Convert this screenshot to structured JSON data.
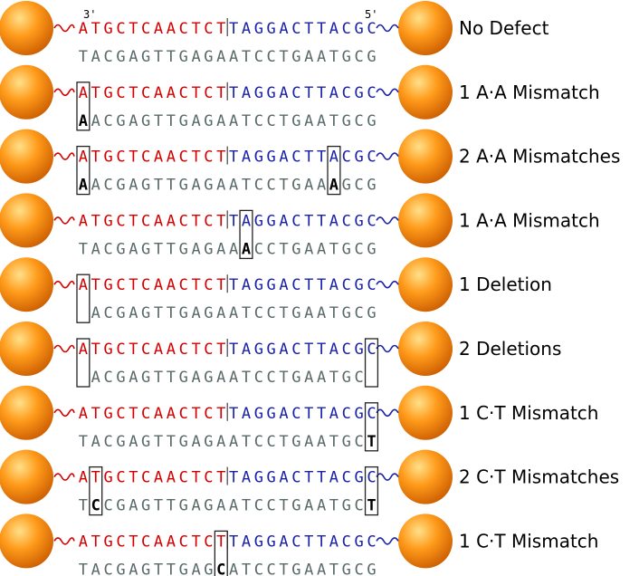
{
  "colors": {
    "strand_top_left": "#d40000",
    "strand_top_right": "#1a22a8",
    "strand_bottom": "#5a6a6a",
    "linker_left": "#d40000",
    "linker_right": "#1a22a8",
    "highlight_base": "#000000",
    "box_stroke": "#222222",
    "bead_light": "#ffe08a",
    "bead_mid": "#ff9a1a",
    "bead_dark": "#c85a00"
  },
  "ends": {
    "left": "3'",
    "right": "5'"
  },
  "rows": [
    {
      "label": "No Defect",
      "top_left": "ATGCTCAACTCT",
      "top_right": "TAGGACTTACGC",
      "bottom": [
        {
          "text": "T"
        },
        {
          "text": "A"
        },
        {
          "text": "C"
        },
        {
          "text": "G"
        },
        {
          "text": "A"
        },
        {
          "text": "G"
        },
        {
          "text": "T"
        },
        {
          "text": "T"
        },
        {
          "text": "G"
        },
        {
          "text": "A"
        },
        {
          "text": "G"
        },
        {
          "text": "A"
        },
        {
          "text": "A"
        },
        {
          "text": "T"
        },
        {
          "text": "C"
        },
        {
          "text": "C"
        },
        {
          "text": "T"
        },
        {
          "text": "G"
        },
        {
          "text": "A"
        },
        {
          "text": "A"
        },
        {
          "text": "T"
        },
        {
          "text": "G"
        },
        {
          "text": "C"
        },
        {
          "text": "G"
        }
      ],
      "boxes": []
    },
    {
      "label": "1 A·A Mismatch",
      "top_left": "ATGCTCAACTCT",
      "top_right": "TAGGACTTACGC",
      "bottom": [
        {
          "text": "A",
          "bold": true
        },
        {
          "text": "A"
        },
        {
          "text": "C"
        },
        {
          "text": "G"
        },
        {
          "text": "A"
        },
        {
          "text": "G"
        },
        {
          "text": "T"
        },
        {
          "text": "T"
        },
        {
          "text": "G"
        },
        {
          "text": "A"
        },
        {
          "text": "G"
        },
        {
          "text": "A"
        },
        {
          "text": "A"
        },
        {
          "text": "T"
        },
        {
          "text": "C"
        },
        {
          "text": "C"
        },
        {
          "text": "T"
        },
        {
          "text": "G"
        },
        {
          "text": "A"
        },
        {
          "text": "A"
        },
        {
          "text": "T"
        },
        {
          "text": "G"
        },
        {
          "text": "C"
        },
        {
          "text": "G"
        }
      ],
      "boxes": [
        0
      ]
    },
    {
      "label": "2 A·A Mismatches",
      "top_left": "ATGCTCAACTCT",
      "top_right": "TAGGACTTACGC",
      "bottom": [
        {
          "text": "A",
          "bold": true
        },
        {
          "text": "A"
        },
        {
          "text": "C"
        },
        {
          "text": "G"
        },
        {
          "text": "A"
        },
        {
          "text": "G"
        },
        {
          "text": "T"
        },
        {
          "text": "T"
        },
        {
          "text": "G"
        },
        {
          "text": "A"
        },
        {
          "text": "G"
        },
        {
          "text": "A"
        },
        {
          "text": "A"
        },
        {
          "text": "T"
        },
        {
          "text": "C"
        },
        {
          "text": "C"
        },
        {
          "text": "T"
        },
        {
          "text": "G"
        },
        {
          "text": "A"
        },
        {
          "text": "A"
        },
        {
          "text": "A",
          "bold": true
        },
        {
          "text": "G"
        },
        {
          "text": "C"
        },
        {
          "text": "G"
        }
      ],
      "boxes": [
        0,
        20
      ]
    },
    {
      "label": "1 A·A Mismatch",
      "top_left": "ATGCTCAACTCT",
      "top_right": "TAGGACTTACGC",
      "bottom": [
        {
          "text": "T"
        },
        {
          "text": "A"
        },
        {
          "text": "C"
        },
        {
          "text": "G"
        },
        {
          "text": "A"
        },
        {
          "text": "G"
        },
        {
          "text": "T"
        },
        {
          "text": "T"
        },
        {
          "text": "G"
        },
        {
          "text": "A"
        },
        {
          "text": "G"
        },
        {
          "text": "A"
        },
        {
          "text": "A"
        },
        {
          "text": "A",
          "bold": true
        },
        {
          "text": "C"
        },
        {
          "text": "C"
        },
        {
          "text": "T"
        },
        {
          "text": "G"
        },
        {
          "text": "A"
        },
        {
          "text": "A"
        },
        {
          "text": "T"
        },
        {
          "text": "G"
        },
        {
          "text": "C"
        },
        {
          "text": "G"
        }
      ],
      "boxes": [
        13
      ]
    },
    {
      "label": "1 Deletion",
      "top_left": "ATGCTCAACTCT",
      "top_right": "TAGGACTTACGC",
      "bottom": [
        {
          "text": ""
        },
        {
          "text": "A"
        },
        {
          "text": "C"
        },
        {
          "text": "G"
        },
        {
          "text": "A"
        },
        {
          "text": "G"
        },
        {
          "text": "T"
        },
        {
          "text": "T"
        },
        {
          "text": "G"
        },
        {
          "text": "A"
        },
        {
          "text": "G"
        },
        {
          "text": "A"
        },
        {
          "text": "A"
        },
        {
          "text": "T"
        },
        {
          "text": "C"
        },
        {
          "text": "C"
        },
        {
          "text": "T"
        },
        {
          "text": "G"
        },
        {
          "text": "A"
        },
        {
          "text": "A"
        },
        {
          "text": "T"
        },
        {
          "text": "G"
        },
        {
          "text": "C"
        },
        {
          "text": "G"
        }
      ],
      "boxes": [
        0
      ]
    },
    {
      "label": "2 Deletions",
      "top_left": "ATGCTCAACTCT",
      "top_right": "TAGGACTTACGC",
      "bottom": [
        {
          "text": ""
        },
        {
          "text": "A"
        },
        {
          "text": "C"
        },
        {
          "text": "G"
        },
        {
          "text": "A"
        },
        {
          "text": "G"
        },
        {
          "text": "T"
        },
        {
          "text": "T"
        },
        {
          "text": "G"
        },
        {
          "text": "A"
        },
        {
          "text": "G"
        },
        {
          "text": "A"
        },
        {
          "text": "A"
        },
        {
          "text": "T"
        },
        {
          "text": "C"
        },
        {
          "text": "C"
        },
        {
          "text": "T"
        },
        {
          "text": "G"
        },
        {
          "text": "A"
        },
        {
          "text": "A"
        },
        {
          "text": "T"
        },
        {
          "text": "G"
        },
        {
          "text": "C"
        },
        {
          "text": ""
        }
      ],
      "boxes": [
        0,
        23
      ]
    },
    {
      "label": "1 C·T Mismatch",
      "top_left": "ATGCTCAACTCT",
      "top_right": "TAGGACTTACGC",
      "bottom": [
        {
          "text": "T"
        },
        {
          "text": "A"
        },
        {
          "text": "C"
        },
        {
          "text": "G"
        },
        {
          "text": "A"
        },
        {
          "text": "G"
        },
        {
          "text": "T"
        },
        {
          "text": "T"
        },
        {
          "text": "G"
        },
        {
          "text": "A"
        },
        {
          "text": "G"
        },
        {
          "text": "A"
        },
        {
          "text": "A"
        },
        {
          "text": "T"
        },
        {
          "text": "C"
        },
        {
          "text": "C"
        },
        {
          "text": "T"
        },
        {
          "text": "G"
        },
        {
          "text": "A"
        },
        {
          "text": "A"
        },
        {
          "text": "T"
        },
        {
          "text": "G"
        },
        {
          "text": "C"
        },
        {
          "text": "T",
          "bold": true
        }
      ],
      "boxes": [
        23
      ]
    },
    {
      "label": "2 C·T  Mismatches",
      "top_left": "ATGCTCAACTCT",
      "top_right": "TAGGACTTACGC",
      "bottom": [
        {
          "text": "T"
        },
        {
          "text": "C",
          "bold": true
        },
        {
          "text": "C"
        },
        {
          "text": "G"
        },
        {
          "text": "A"
        },
        {
          "text": "G"
        },
        {
          "text": "T"
        },
        {
          "text": "T"
        },
        {
          "text": "G"
        },
        {
          "text": "A"
        },
        {
          "text": "G"
        },
        {
          "text": "A"
        },
        {
          "text": "A"
        },
        {
          "text": "T"
        },
        {
          "text": "C"
        },
        {
          "text": "C"
        },
        {
          "text": "T"
        },
        {
          "text": "G"
        },
        {
          "text": "A"
        },
        {
          "text": "A"
        },
        {
          "text": "T"
        },
        {
          "text": "G"
        },
        {
          "text": "C"
        },
        {
          "text": "T",
          "bold": true
        }
      ],
      "boxes": [
        1,
        23
      ]
    },
    {
      "label": "1 C·T Mismatch",
      "top_left": "ATGCTCAACTCT",
      "top_right": "TAGGACTTACGC",
      "bottom": [
        {
          "text": "T"
        },
        {
          "text": "A"
        },
        {
          "text": "C"
        },
        {
          "text": "G"
        },
        {
          "text": "A"
        },
        {
          "text": "G"
        },
        {
          "text": "T"
        },
        {
          "text": "T"
        },
        {
          "text": "G"
        },
        {
          "text": "A"
        },
        {
          "text": "G"
        },
        {
          "text": "C",
          "bold": true
        },
        {
          "text": "A"
        },
        {
          "text": "T"
        },
        {
          "text": "C"
        },
        {
          "text": "C"
        },
        {
          "text": "T"
        },
        {
          "text": "G"
        },
        {
          "text": "A"
        },
        {
          "text": "A"
        },
        {
          "text": "T"
        },
        {
          "text": "G"
        },
        {
          "text": "C"
        },
        {
          "text": "G"
        }
      ],
      "boxes": [
        11
      ]
    }
  ]
}
